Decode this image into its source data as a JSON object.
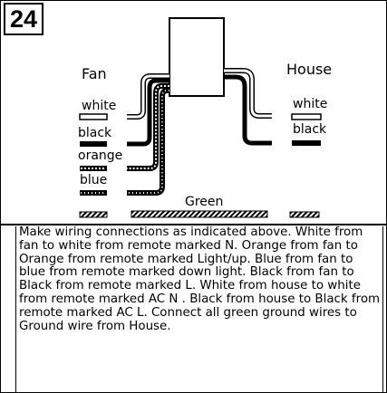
{
  "step_number": "24",
  "labels": {
    "fan": "Fan",
    "house": "House",
    "fan_white": "white",
    "fan_black": "black",
    "fan_orange": "orange",
    "fan_blue": "blue",
    "house_white": "white",
    "house_black": "black",
    "green": "Green"
  },
  "instructions": "Make wiring connections as indicated above. White from fan to white from remote marked N.  Orange from fan to Orange from remote marked Light/up. Blue from fan to blue from remote marked down light. Black from fan to Black from remote marked L.  White from house to white from remote marked AC N . Black from house to Black from remote marked AC  L. Connect all green ground wires to Ground wire from House.",
  "colors": {
    "line": "#000000",
    "background": "#ffffff"
  }
}
